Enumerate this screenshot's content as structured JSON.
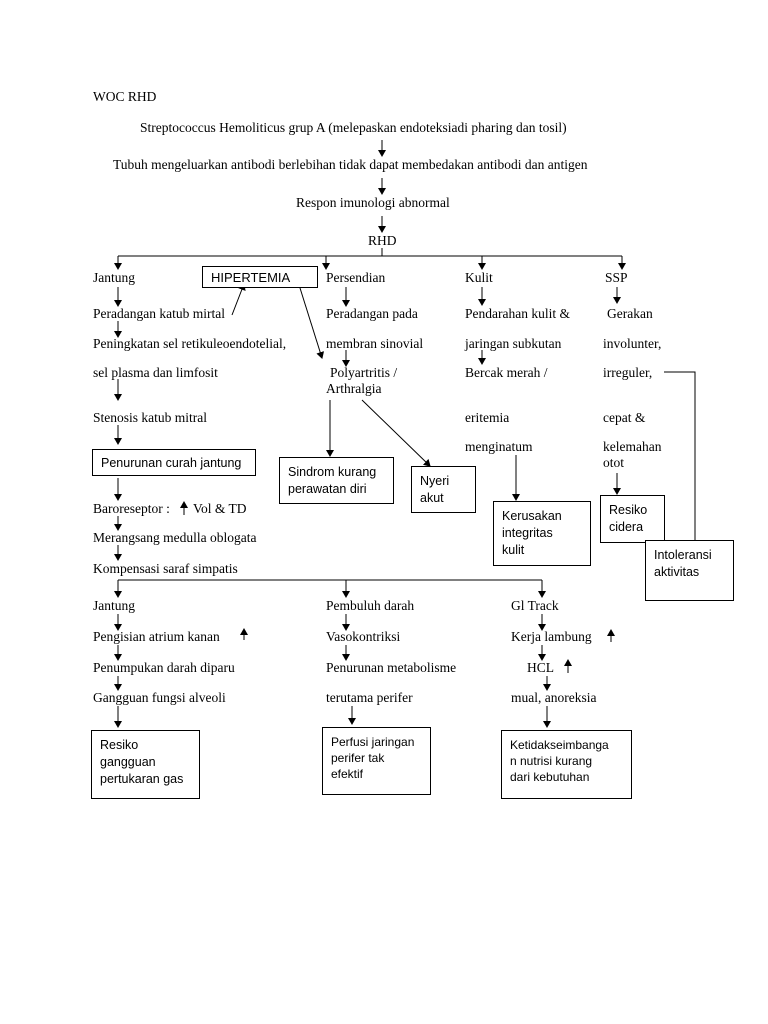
{
  "title": "WOC RHD",
  "chain": {
    "cause": "Streptococcus Hemoliticus grup A (melepaskan endoteksiadi pharing dan tosil)",
    "antibody": "Tubuh mengeluarkan antibodi berlebihan tidak dapat membedakan antibodi dan antigen",
    "immune": "Respon imunologi abnormal",
    "rhd": "RHD"
  },
  "col_jantung": {
    "head": "Jantung",
    "l1": "Peradangan katub mirtal",
    "l2": "Peningkatan sel retikuleoendotelial,",
    "l3": "sel plasma dan limfosit",
    "l4": "Stenosis katub mitral",
    "box": "Penurunan curah jantung",
    "l5": "Baroreseptor :",
    "l5b": "Vol & TD",
    "l6": "Merangsang medulla oblogata",
    "l7": "Kompensasi saraf simpatis"
  },
  "hipertemia": "HIPERTEMIA",
  "col_persendian": {
    "head": "Persendian",
    "l1": "Peradangan pada",
    "l2": "membran sinovial",
    "l3": "Polyartritis /",
    "l4": "Arthralgia",
    "box1": "Sindrom kurang\nperawatan diri",
    "box2": "Nyeri\nakut"
  },
  "col_kulit": {
    "head": "Kulit",
    "l1": "Pendarahan kulit &",
    "l2": "jaringan subkutan",
    "l3": "Bercak merah /",
    "l4": "eritemia",
    "l5": "menginatum",
    "box": "Kerusakan\nintegritas\nkulit"
  },
  "col_ssp": {
    "head": "SSP",
    "l1": "Gerakan",
    "l2": "involunter,",
    "l3": "irreguler,",
    "l4": "cepat &",
    "l5": "kelemahan",
    "l6": "otot",
    "box1": "Resiko\ncidera",
    "box2": "Intoleransi\naktivitas"
  },
  "bottom_jantung": {
    "head": "Jantung",
    "l1": "Pengisian atrium kanan",
    "l2": "Penumpukan darah diparu",
    "l3": "Gangguan fungsi alveoli",
    "box": "Resiko\ngangguan\npertukaran gas"
  },
  "bottom_pembuluh": {
    "head": "Pembuluh darah",
    "l1": "Vasokontriksi",
    "l2": "Penurunan metabolisme",
    "l3": "terutama perifer",
    "box": "Perfusi jaringan\nperifer tak\nefektif"
  },
  "bottom_gi": {
    "head": "Gl Track",
    "l1": "Kerja lambung",
    "l2": "HCL",
    "l3": "mual, anoreksia",
    "box": "Ketidakseimbanga\nn nutrisi kurang\ndari kebutuhan"
  }
}
